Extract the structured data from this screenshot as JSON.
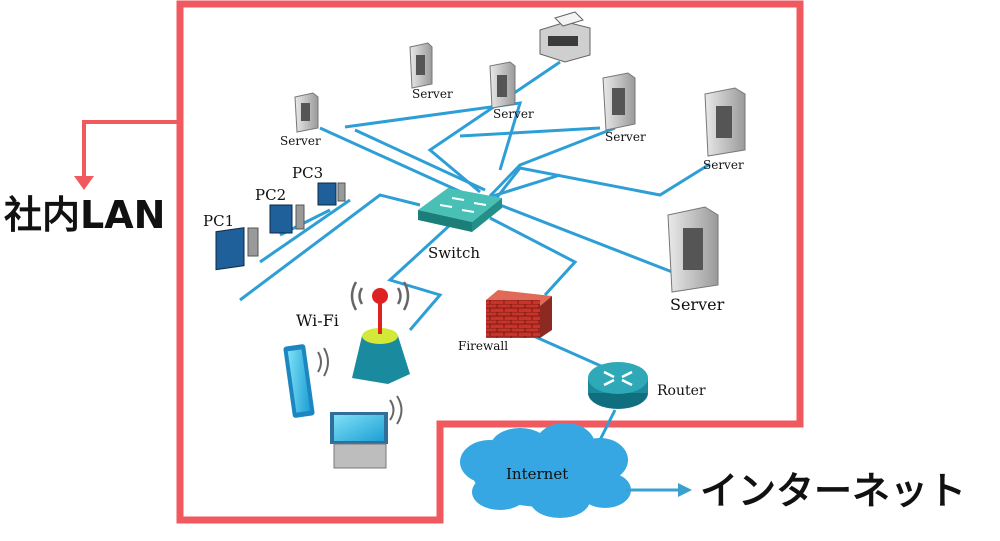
{
  "labels": {
    "lan": "社内LAN",
    "internet_jp": "インターネット",
    "switch": "Switch",
    "firewall": "Firewall",
    "router": "Router",
    "internet": "Internet",
    "wifi": "Wi-Fi",
    "server": "Server",
    "pc1": "PC1",
    "pc2": "PC2",
    "pc3": "PC3"
  },
  "colors": {
    "lan_border": "#f05a5f",
    "cable": "#2e9fd6",
    "cloud": "#36a7e2",
    "arrow": "#3aa0cf",
    "switch": "#2aa39b",
    "router": "#1c8a9a",
    "firewall": "#c9342a"
  }
}
